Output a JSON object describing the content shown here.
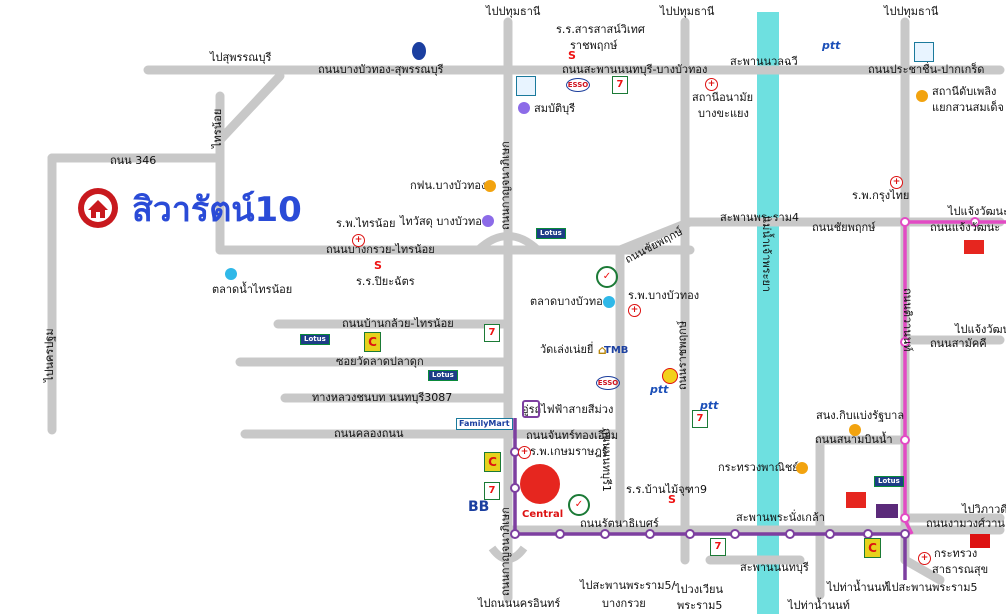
{
  "title": "สิวารัตน์10",
  "roads": {
    "bangbuathong_suphanburi": "ถนนบางบัวทอง-สุพรรณบุรี",
    "saphan_nonthaburi_bangbuathong": "ถนนสะพานนนทบุรี-บางบัวทอง",
    "saphan_nuanchawee": "สะพานนวลฉวี",
    "pracha_chuen_pakkret": "ถนนประชาชื่น-ปากเกร็ด",
    "road_346": "ถนน 346",
    "sai_noi": "ไทรน้อย",
    "bang_kruai_sai_noi": "ถนนบางกรวย-ไทรน้อย",
    "ban_kluai_sai_noi": "ถนนบ้านกล้วย-ไทรน้อย",
    "soi_wat_pladuk": "ซอยวัดลาดปลาดุก",
    "rural_road_3087": "ทางหลวงชนบท นนทบุรี3087",
    "khlong_thanon": "ถนนคลองถนน",
    "kanchanaphisek": "ถนนกาญจนาภิเษก",
    "chaiyaphruek": "ถนนชัยพฤกษ์",
    "saphan_phraram4": "สะพานพระราม4",
    "nonthaburi_1": "ถนนนนทบุรี1",
    "ratchaphruek": "ถนนราชพฤกษ์",
    "chaophraya": "แม่น้ำเจ้าพระยา",
    "tiwanon": "ถนนติวานนท์",
    "chaeng_wattana_road": "ถนนแจ้งวัฒนะ",
    "samakkhi": "ถนนสามัคคี",
    "sanambinnam": "ถนนสนามบินน้ำ",
    "rattanathibet": "ถนนรัตนาธิเบศร์",
    "saphan_phranangklao": "สะพานพระนั่งเกล้า",
    "saphan_nonthaburi": "สะพานนนทบุรี",
    "ngamwongwan": "ถนนงามวงศ์วาน"
  },
  "directions": {
    "pathum_1": "ไปปทุมธานี",
    "pathum_2": "ไปปทุมธานี",
    "pathum_3": "ไปปทุมธานี",
    "suphanburi": "ไปสุพรรณบุรี",
    "nakhonpathom": "ไปนครปฐม",
    "chaeng_1": "ไปแจ้งวัฒนะ",
    "chaeng_2": "ไปแจ้งวัฒนะ",
    "vibhavadi": "ไปวิภาวดี",
    "nakhon_in": "ไปถนนนครอินทร์",
    "phraram5_kruai": "ไปสะพานพระราม5/",
    "bang_kruai": "บางกรวย",
    "ngam_wian": "ไปวงเวียน",
    "phraram5_b": "พระราม5",
    "tha_nam_non_1": "ไปท่าน้ำนนท์",
    "tha_nam_non_2": "ไปท่าน้ำนนท์",
    "saphan_phraram5": "ไปสะพานพระราม5"
  },
  "places": {
    "sarasas_line1": "ร.ร.สารสาสน์วิเทศ",
    "sarasas_line2": "ราชพฤกษ์",
    "sombatburi": "สมบัติบุรี",
    "health_station_line1": "สถานีอนามัย",
    "health_station_line2": "บางขะแยง",
    "fire_station_line1": "สถานีดับเพลิง",
    "fire_station_line2": "แยกสวนสมเด็จ",
    "egat": "กฟน.บางบัวทอง",
    "hospital_krungthai": "ร.พ.กรุงไทย",
    "hospital_sainoi": "ร.พ.ไทรน้อย",
    "thaiwatsadu": "ไทวัสดุ บางบัวทอง",
    "school_piyachat": "ร.ร.ปิยะฉัตร",
    "talad_sainoi": "ตลาดน้ำไทรน้อย",
    "talad_bangbuathong": "ตลาดบางบัวทอง",
    "hospital_bangbuathong": "ร.พ.บางบัวทอง",
    "wat_lengnoei": "วัดเล่งเน่ยยี่",
    "mrt_station": "อู่รถไฟฟ้าสายสีม่วง",
    "central_fest": "ถนนจันทร์ทองเอี่ยม",
    "hospital_kasemrad": "ร.พ.เกษมราษฎร์",
    "school_bangmai": "ร.ร.บ้านไม้จุฑา9",
    "commerce_ministry": "กระทรวงพาณิชย์",
    "court": "สนง.กิบแบ่งรัฐบาล",
    "public_health_line1": "กระทรวง",
    "public_health_line2": "สาธารณสุข"
  },
  "logos": {
    "ptt": "ptt",
    "esso": "ESSO",
    "seven": "7",
    "lotus": "Lotus",
    "bigc": "C",
    "tmb": "TMB",
    "familymart": "FamilyMart",
    "central": "Central",
    "bb": "BB",
    "s": "S",
    "plus": "+"
  },
  "colors": {
    "road": "#c8c8c8",
    "river": "#6ee0e0",
    "purple_line": "#7d3fa0",
    "pink_line": "#e24bc4",
    "title": "#2a4bd7",
    "marker": "#c8191e",
    "orange_dot": "#f2a30f",
    "cyan_dot": "#2fb8e8",
    "violet_dot": "#8c6be8"
  }
}
